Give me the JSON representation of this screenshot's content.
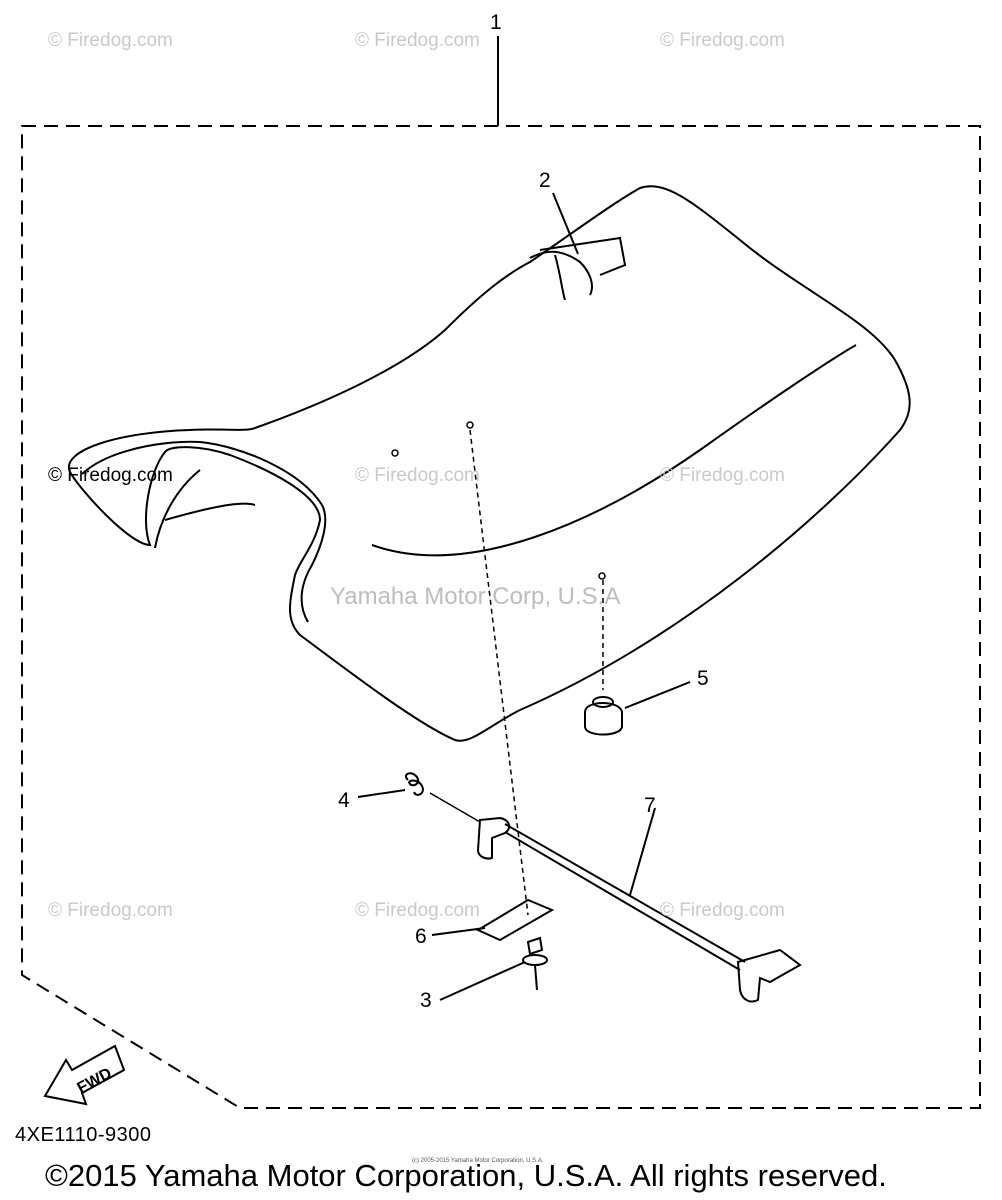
{
  "callouts": {
    "c1": "1",
    "c2": "2",
    "c3": "3",
    "c4": "4",
    "c5": "5",
    "c6": "6",
    "c7": "7"
  },
  "watermarks": {
    "text": "© Firedog.com",
    "center_text": "Yamaha Motor Corp, U.S.A"
  },
  "direction_arrow": {
    "label": "FWD"
  },
  "footer": {
    "part_number": "4XE1110-9300",
    "fine_print": "(c) 2005-2015 Yamaha Motor Corporation, U.S.A.",
    "copyright": "©2015 Yamaha Motor Corporation, U.S.A. All rights reserved."
  },
  "colors": {
    "line": "#000000",
    "watermark": "#c9c9c9",
    "background": "#ffffff"
  }
}
